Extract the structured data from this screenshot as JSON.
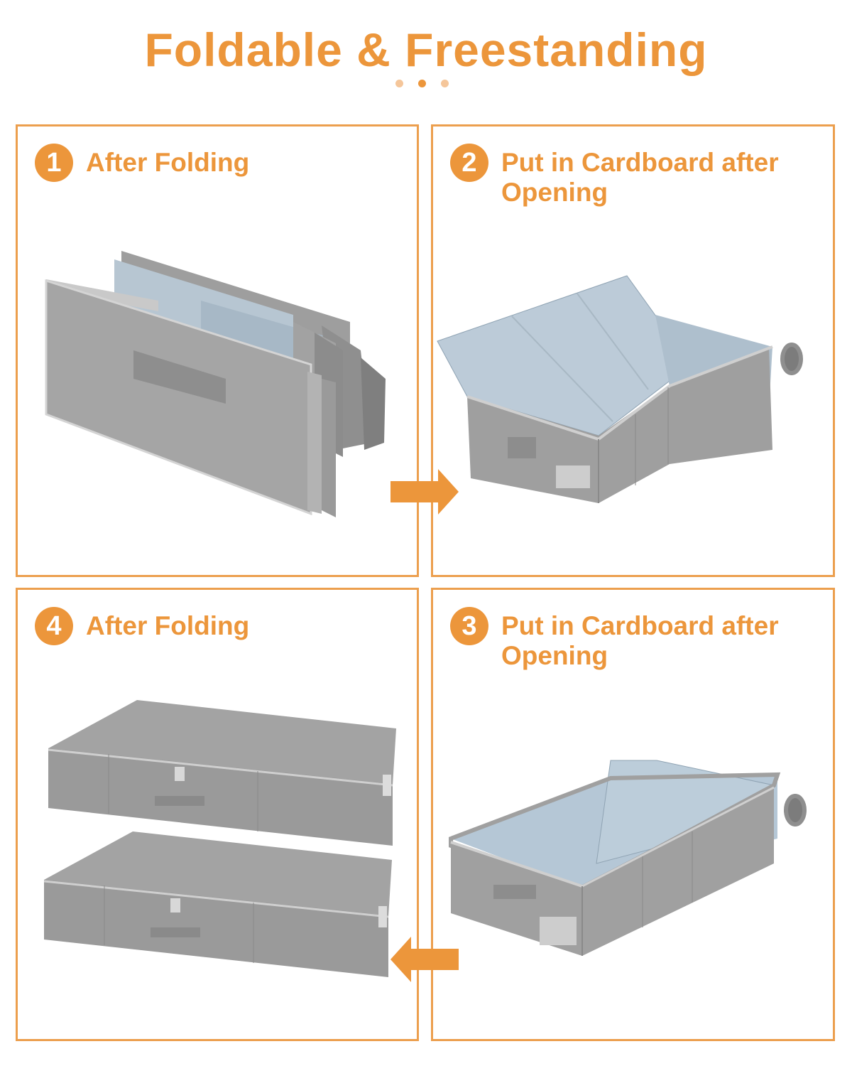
{
  "header": {
    "title": "Foldable & Freestanding",
    "dots": [
      {
        "color": "#f5c69a"
      },
      {
        "color": "#ec963b"
      },
      {
        "color": "#f5c69a"
      }
    ]
  },
  "theme": {
    "accent": "#ec963b",
    "border": "#ec9f4e",
    "fabric_gray": "#9a9a9a",
    "lining_blue": "#b9cad6"
  },
  "steps": [
    {
      "number": "1",
      "label": "After Folding",
      "image": "folded-flat-storage-bag"
    },
    {
      "number": "2",
      "label": "Put in Cardboard after Opening",
      "image": "opened-box-inserting-cardboard"
    },
    {
      "number": "3",
      "label": "Put in Cardboard after Opening",
      "image": "opened-box-with-cardboard-panel"
    },
    {
      "number": "4",
      "label": "After Folding",
      "image": "two-zipped-storage-boxes"
    }
  ],
  "arrows": [
    {
      "direction": "right",
      "icon": "arrow-right-icon"
    },
    {
      "direction": "left",
      "icon": "arrow-left-icon"
    }
  ]
}
